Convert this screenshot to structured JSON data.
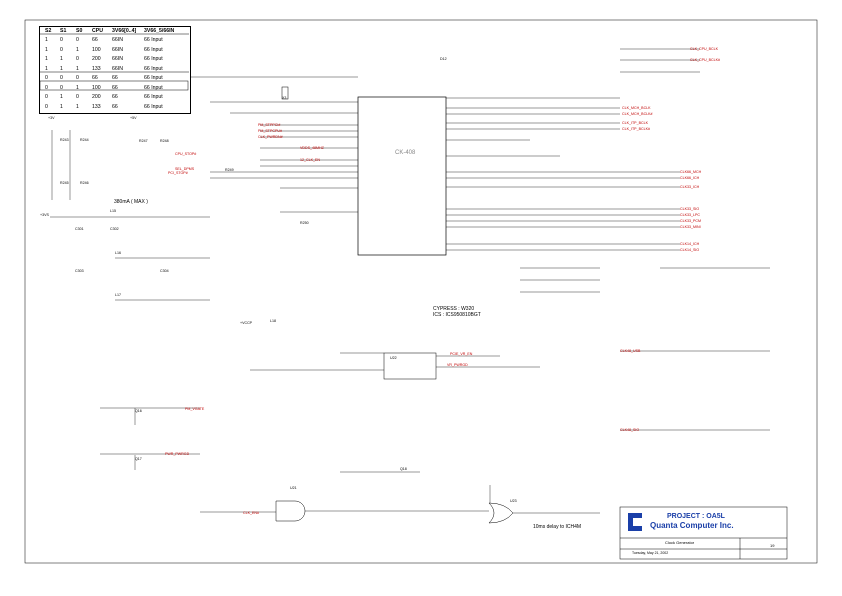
{
  "config_table": {
    "headers": [
      "S2",
      "S1",
      "S0",
      "CPU",
      "3V66[0..4]",
      "3V66_5/66IN"
    ],
    "rows": [
      [
        "1",
        "0",
        "0",
        "66",
        "66IN",
        "66 Input"
      ],
      [
        "1",
        "0",
        "1",
        "100",
        "66IN",
        "66 Input"
      ],
      [
        "1",
        "1",
        "0",
        "200",
        "66IN",
        "66 Input"
      ],
      [
        "1",
        "1",
        "1",
        "133",
        "66IN",
        "66 Input"
      ],
      [
        "0",
        "0",
        "0",
        "66",
        "66",
        "66 Input"
      ],
      [
        "0",
        "0",
        "1",
        "100",
        "66",
        "66 Input"
      ],
      [
        "0",
        "1",
        "0",
        "200",
        "66",
        "66 Input"
      ],
      [
        "0",
        "1",
        "1",
        "133",
        "66",
        "66 Input"
      ]
    ]
  },
  "chip": {
    "name": "CK-408",
    "vendor_line1": "CYPRESS : W320",
    "vendor_line2": "ICS : ICS950810BGT"
  },
  "notes": {
    "max_current": "380mA ( MAX )",
    "delay_note": "10ms delay to ICH4M"
  },
  "title_block": {
    "project": "PROJECT : OA5L",
    "company": "Quanta Computer Inc.",
    "sheet_title": "Clock Generator",
    "date": "Tuesday, May 21, 2002",
    "sheet_num": "19"
  },
  "nets_left": [
    "CPU_STOP#",
    "SEL_DPMS",
    "PCI_STOP#",
    "PM_STPPCI#",
    "PM_STPCPU#",
    "CLK_PWRDN#",
    "VDDS_48MHZ",
    "12_CLK_EN"
  ],
  "nets_right": [
    "CLK_MCH_BCLK",
    "CLK_MCH_BCLK#",
    "CLK_ITP_BCLK",
    "CLK_ITP_BCLK#",
    "CLK_CPU_BCLK",
    "CLK_CPU_BCLK#",
    "CLK66_MCH",
    "CLK66_ICH",
    "CLK33_ICH",
    "CLK33_SIO",
    "CLK33_LPC",
    "CLK33_PCM",
    "CLK33_MINI",
    "CLK14_ICH",
    "CLK14_SIO",
    "CLK48_USB",
    "CLK48_SIO"
  ],
  "nets_bottom": [
    "PCIE_VR_EN",
    "VR_PWRGD",
    "PWR_PWRGD",
    "PM_VGATE",
    "CLK_EN#"
  ],
  "parts": [
    "R243",
    "R244",
    "R245",
    "R246",
    "R247",
    "R248",
    "R249",
    "R250",
    "C301",
    "C302",
    "C303",
    "C304",
    "U21",
    "U22",
    "U23",
    "Q16",
    "Q17",
    "Q18",
    "L15",
    "L16",
    "L17",
    "L18",
    "X3",
    "D12"
  ],
  "voltages": [
    "+3V",
    "+5V",
    "+3VS",
    "+VCCP"
  ]
}
